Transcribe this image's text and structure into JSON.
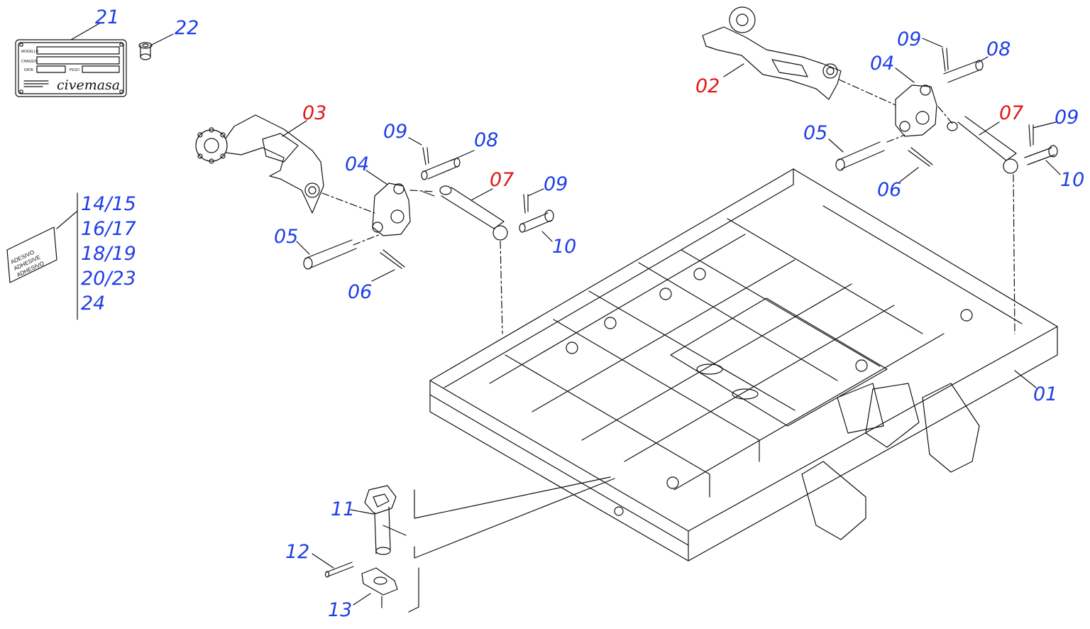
{
  "colors": {
    "blue": "#1f3fe6",
    "red": "#e01818",
    "line": "#111111"
  },
  "labels": [
    {
      "id": "21",
      "text": "21",
      "color": "blue"
    },
    {
      "id": "22",
      "text": "22",
      "color": "blue"
    },
    {
      "id": "03",
      "text": "03",
      "color": "red"
    },
    {
      "id": "09a",
      "text": "09",
      "color": "blue"
    },
    {
      "id": "08a",
      "text": "08",
      "color": "blue"
    },
    {
      "id": "04a",
      "text": "04",
      "color": "blue"
    },
    {
      "id": "07a",
      "text": "07",
      "color": "red"
    },
    {
      "id": "09b",
      "text": "09",
      "color": "blue"
    },
    {
      "id": "05a",
      "text": "05",
      "color": "blue"
    },
    {
      "id": "10a",
      "text": "10",
      "color": "blue"
    },
    {
      "id": "06a",
      "text": "06",
      "color": "blue"
    },
    {
      "id": "14",
      "text": "14/15",
      "color": "blue"
    },
    {
      "id": "16",
      "text": "16/17",
      "color": "blue"
    },
    {
      "id": "18",
      "text": "18/19",
      "color": "blue"
    },
    {
      "id": "20",
      "text": "20/23",
      "color": "blue"
    },
    {
      "id": "24",
      "text": "24",
      "color": "blue"
    },
    {
      "id": "02",
      "text": "02",
      "color": "red"
    },
    {
      "id": "09c",
      "text": "09",
      "color": "blue"
    },
    {
      "id": "08b",
      "text": "08",
      "color": "blue"
    },
    {
      "id": "04b",
      "text": "04",
      "color": "blue"
    },
    {
      "id": "07b",
      "text": "07",
      "color": "red"
    },
    {
      "id": "09d",
      "text": "09",
      "color": "blue"
    },
    {
      "id": "05b",
      "text": "05",
      "color": "blue"
    },
    {
      "id": "06b",
      "text": "06",
      "color": "blue"
    },
    {
      "id": "10b",
      "text": "10",
      "color": "blue"
    },
    {
      "id": "01",
      "text": "01",
      "color": "blue"
    },
    {
      "id": "11",
      "text": "11",
      "color": "blue"
    },
    {
      "id": "12",
      "text": "12",
      "color": "blue"
    },
    {
      "id": "13",
      "text": "13",
      "color": "blue"
    }
  ],
  "plate": {
    "rows": [
      "MODELLO",
      "CHASSIS",
      "DATA",
      "PESO"
    ],
    "brand": "civemasa"
  },
  "sticker": {
    "lines": [
      "ADESIVO",
      "ADHESIVE",
      "ADHESIVO"
    ]
  }
}
